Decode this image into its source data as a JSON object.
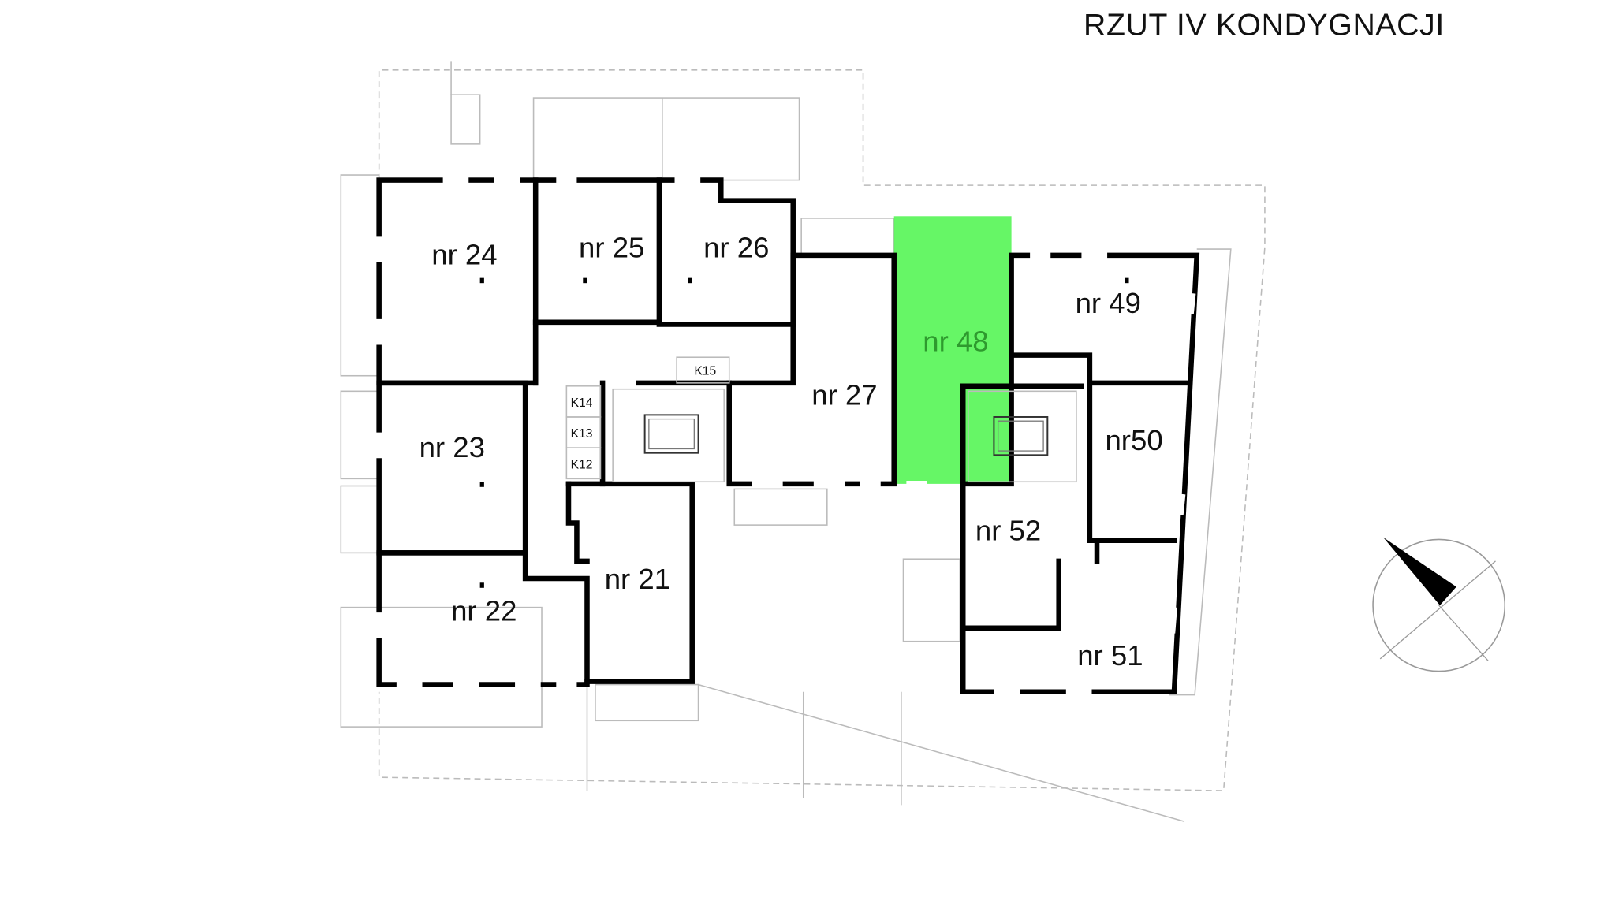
{
  "title": "RZUT IV KONDYGNACJI",
  "highlight_color": "#5ef65e",
  "highlight_text_color": "#2e9a2e",
  "rooms": {
    "nr24": "nr 24",
    "nr25": "nr 25",
    "nr26": "nr 26",
    "nr23": "nr 23",
    "nr22": "nr 22",
    "nr21": "nr 21",
    "nr27": "nr 27",
    "nr48": "nr 48",
    "nr49": "nr 49",
    "nr50": "nr50",
    "nr52": "nr 52",
    "nr51": "nr 51"
  },
  "storage": {
    "k12": "K12",
    "k13": "K13",
    "k14": "K14",
    "k15": "K15"
  },
  "compass": "north-arrow-icon"
}
